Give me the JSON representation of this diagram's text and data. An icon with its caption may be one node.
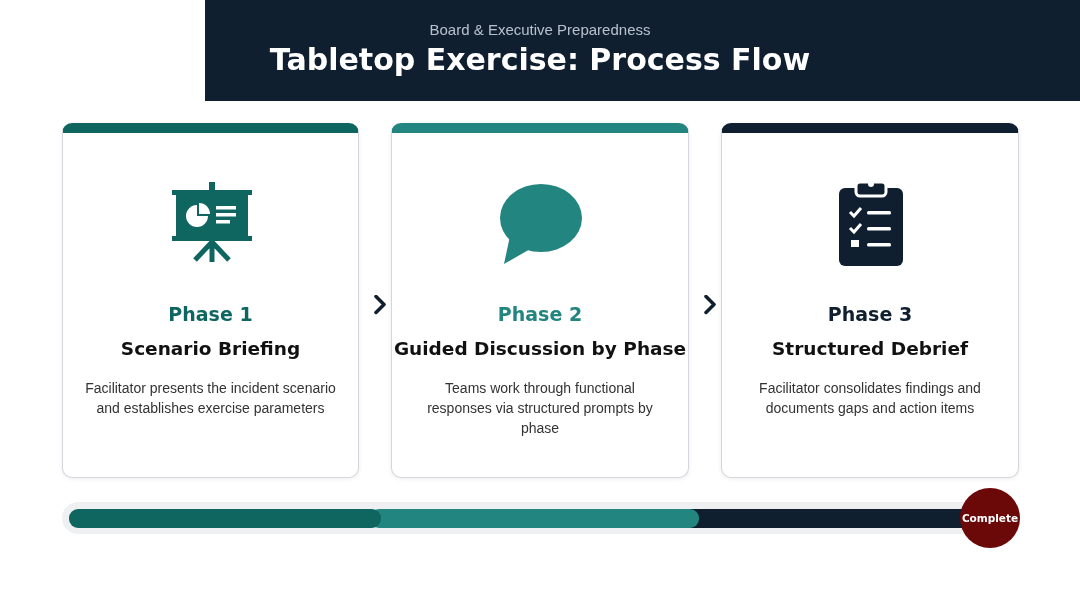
{
  "diagram": {
    "title": "Tabletop Exercise: Process Flow",
    "nodes": [
      {
        "text": [
          "Phase 1",
          "Scenario Briefing",
          "Facilitator presents the incident scenario and establishes exercise parameters"
        ]
      },
      {
        "text": [
          "Phase 2",
          "Guided Discussion by Phase",
          "Teams work through functional responses via structured prompts by phase"
        ]
      },
      {
        "text": [
          "Phase 3",
          "Structured Debrief",
          "Facilitator consolidates findings and documents gaps and action items"
        ]
      },
      {
        "text": [
          "Complete"
        ]
      }
    ],
    "edges": [
      {
        "from": 0,
        "to": 1,
        "arrow": "to"
      },
      {
        "from": 1,
        "to": 2,
        "arrow": "to"
      }
    ],
    "labels": [
      "Board & Executive Preparedness"
    ]
  }
}
